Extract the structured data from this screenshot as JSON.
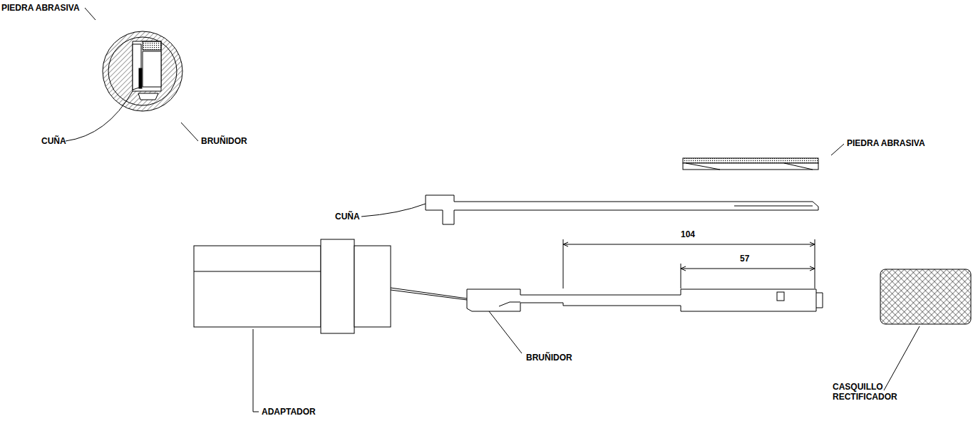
{
  "diagram": {
    "labels": [
      "PIEDRA ABRASIVA",
      "CUÑA",
      "BRUÑIDOR",
      "PIEDRA ABRASIVA",
      "CUÑA",
      "104",
      "57",
      "BRUÑIDOR",
      "ADAPTADOR",
      "CASQUILLO RECTIFICADOR"
    ]
  }
}
